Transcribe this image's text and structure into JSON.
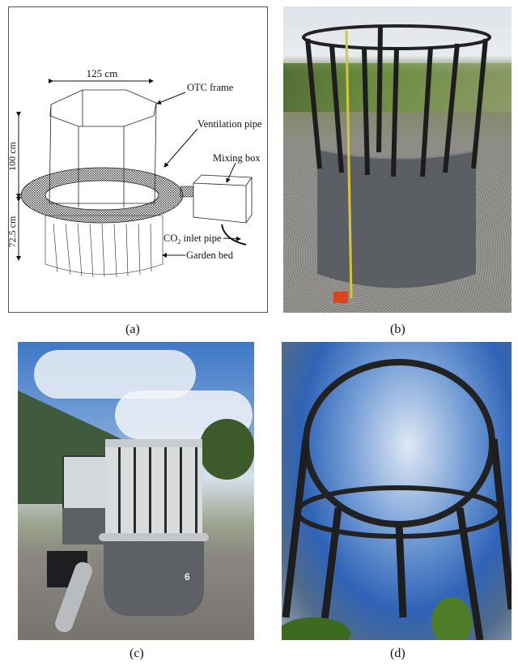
{
  "panels": [
    {
      "label": "(a)"
    },
    {
      "label": "(b)"
    },
    {
      "label": "(c)"
    },
    {
      "label": "(d)"
    }
  ],
  "diagram": {
    "width_label": "125 cm",
    "height_label": "100 cm",
    "bed_height_label": "72.5 cm",
    "otc_frame": "OTC frame",
    "ventilation_pipe": "Ventilation pipe",
    "mixing_box": "Mixing box",
    "co2_prefix": "CO",
    "co2_sub": "2",
    "co2_suffix": " inlet pipe",
    "garden_bed": "Garden bed"
  },
  "photo_c": {
    "chamber_number": "6"
  }
}
